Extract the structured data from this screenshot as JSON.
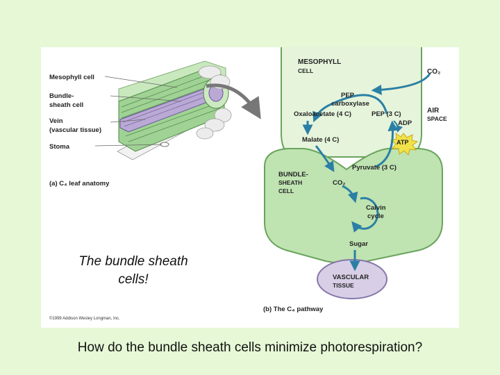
{
  "figure": {
    "left_labels": {
      "mesophyll_cell": "Mesophyll cell",
      "bundle_sheath_1": "Bundle-",
      "bundle_sheath_2": "sheath cell",
      "vein_1": "Vein",
      "vein_2": "(vascular tissue)",
      "stoma": "Stoma"
    },
    "caption_a": "(a) C₄ leaf anatomy",
    "caption_b": "(b) The C₄ pathway",
    "copyright": "©1999 Addison Wesley Longman, Inc.",
    "callout": {
      "line1": "The bundle sheath",
      "line2": "cells!"
    },
    "pathway": {
      "mesophyll_1": "MESOPHYLL",
      "mesophyll_2": "CELL",
      "co2_top": "CO₂",
      "air_1": "AIR",
      "air_2": "SPACE",
      "pep_carb_1": "PEP",
      "pep_carb_2": "carboxylase",
      "oxaloacetate": "Oxaloacetate (4 C)",
      "pep": "PEP (3 C)",
      "adp": "ADP",
      "atp": "ATP",
      "malate": "Malate (4 C)",
      "bundle_1": "BUNDLE-",
      "bundle_2": "SHEATH",
      "bundle_3": "CELL",
      "pyruvate": "Pyruvate (3 C)",
      "co2_bundle": "CO₂",
      "calvin_1": "Calvin",
      "calvin_2": "cycle",
      "sugar": "Sugar",
      "vascular_1": "VASCULAR",
      "vascular_2": "TISSUE"
    }
  },
  "question": "How do the bundle sheath cells minimize photorespiration?",
  "colors": {
    "background": "#e6f8d6",
    "mesophyll": "#e5f4db",
    "bundle_sheath": "#bfe3b1",
    "vascular": "#d8cfe6",
    "arrow": "#2b7fa5",
    "atp": "#f1e24a"
  }
}
